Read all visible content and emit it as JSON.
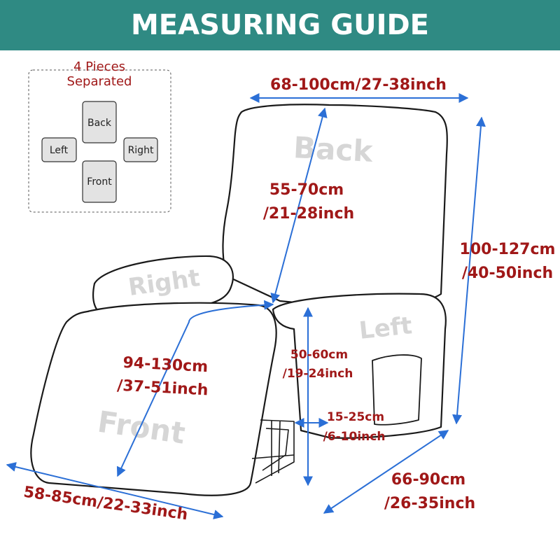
{
  "banner": {
    "title": "MEASURING GUIDE"
  },
  "pieces": {
    "heading_line1": "4 Pieces",
    "heading_line2": "Separated",
    "back": "Back",
    "left": "Left",
    "right": "Right",
    "front": "Front"
  },
  "chair_labels": {
    "back": "Back",
    "right": "Right",
    "left": "Left",
    "front": "Front"
  },
  "measurements": {
    "back_width": "68-100cm/27-38inch",
    "back_height_cm": "55-70cm",
    "back_height_in": "/21-28inch",
    "total_height_cm": "100-127cm",
    "total_height_in": "/40-50inch",
    "seat_length_cm": "94-130cm",
    "seat_length_in": "/37-51inch",
    "arm_height_cm": "50-60cm",
    "arm_height_in": "/19-24inch",
    "arm_width_cm": "15-25cm",
    "arm_width_in": "/6-10inch",
    "front_width": "58-85cm/22-33inch",
    "depth_cm": "66-90cm",
    "depth_in": "/26-35inch"
  },
  "colors": {
    "banner": "#2f8a83",
    "measure_text": "#a01818",
    "arrow": "#2b6fd6",
    "outline": "#1a1a1a"
  }
}
